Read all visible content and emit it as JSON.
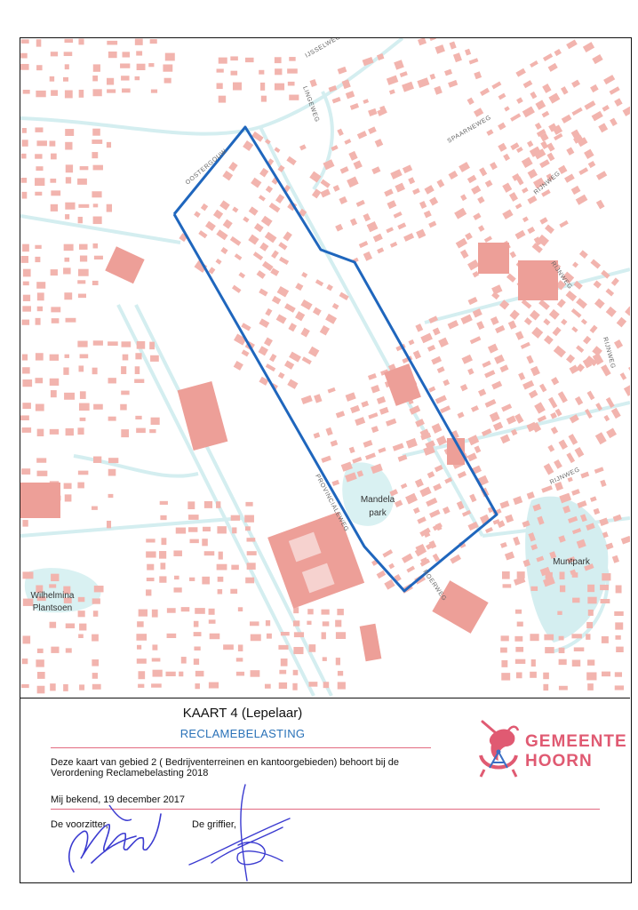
{
  "map": {
    "streets": {
      "ijsselweg": "IJSSELWEG",
      "lingeweg": "LINGEWEG",
      "spaarneweg": "SPAARNEWEG",
      "oostergouw": "OOSTERGOUW",
      "rijnweg_1": "RIJNWEG",
      "rijnweg_2": "RIJNWEG",
      "rijnweg_3": "RIJNWEG",
      "rijnweg_4": "RIJNWEG",
      "provincialeweg": "PROVINCIALEWEG",
      "roerweg": "ROERWEG"
    },
    "places": {
      "mandela_line1": "Mandela",
      "mandela_line2": "park",
      "muntpark": "Muntpark",
      "wilhelmina_line1": "Wilhelmina",
      "wilhelmina_line2": "Plantsoen"
    },
    "colors": {
      "building": "#f2b4ae",
      "boundary": "#1f66bd",
      "water": "#d4eef0",
      "background": "#ffffff"
    }
  },
  "legend": {
    "title": "KAART 4 (Lepelaar)",
    "subtitle": "RECLAMEBELASTING",
    "description_line1": "Deze kaart van gebied 2 ( Bedrijventerreinen en kantoorgebieden) behoort bij de",
    "description_line2": "Verordening Reclamebelasting 2018",
    "known": "Mij bekend, 19 december 2017",
    "voorzitter": "De voorzitter,",
    "griffier": "De griffier,",
    "accent_color": "#e26a80"
  },
  "logo": {
    "line1": "GEMEENTE",
    "line2": "HOORN",
    "icon": "hoorn-unicorn-crest-icon",
    "color": "#e05a72"
  }
}
